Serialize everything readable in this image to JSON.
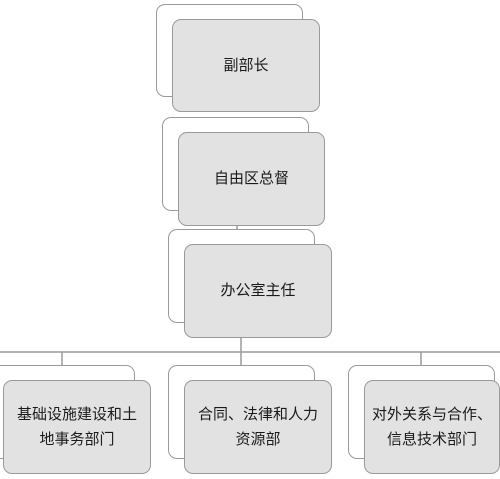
{
  "org_chart": {
    "top": [
      {
        "label": "副部长"
      },
      {
        "label": "自由区总督"
      },
      {
        "label": "办公室主任"
      }
    ],
    "departments": [
      {
        "label": "基础设施建设和土地事务部门"
      },
      {
        "label": "合同、法律和人力资源部"
      },
      {
        "label": "对外关系与合作、信息技术部门"
      }
    ]
  }
}
